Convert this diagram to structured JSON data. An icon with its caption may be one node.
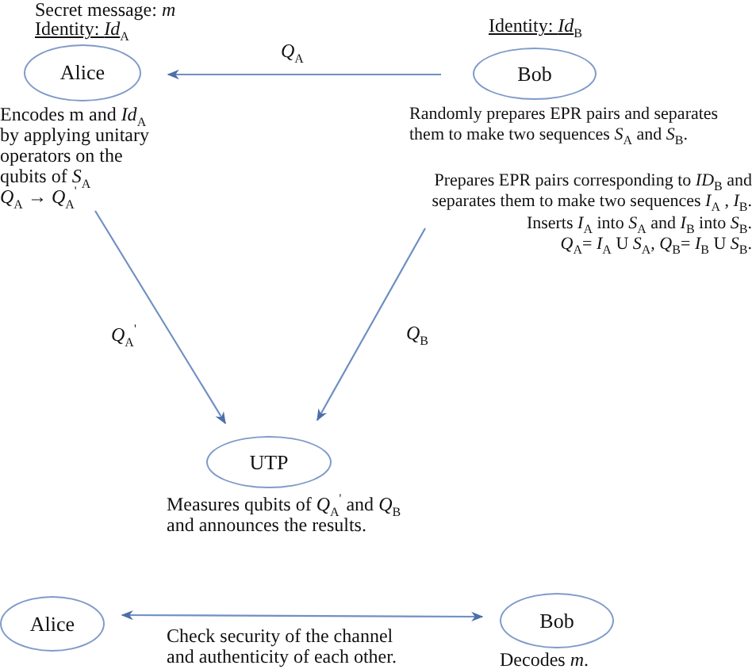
{
  "diagram": {
    "nodes": [
      {
        "text": [
          "Alice"
        ],
        "beside": [
          "Secret message: *m*",
          "Identity: *Id*$_{A}$",
          "Encodes m and *Id*$_{A}$ by applying unitary operators on the qubits of *S*$_{A}$",
          "*Q*$_{A}$ → *Q*$_{A}$$^{'}$"
        ]
      },
      {
        "text": [
          "Bob"
        ],
        "beside": [
          "Identity: *Id*$_{B}$",
          "Randomly prepares EPR pairs and separates them to make two sequences *S*$_{A}$ and *S*$_{B}$.",
          "Prepares EPR pairs corresponding to *ID*$_{B}$ and separates them to make two sequences *I*$_{A}$ , *I*$_{B}$.",
          "Inserts *I*$_{A}$ into *S*$_{A}$ and *I*$_{B}$ into *S*$_{B}$.",
          "*Q*$_{A}$= *I*$_{A}$ U *S*$_{A}$, *Q*$_{B}$= *I*$_{B}$ U *S*$_{B}$."
        ]
      },
      {
        "text": [
          "UTP"
        ],
        "beside": [
          "Measures qubits of *Q*$_{A}$$^{'}$ and *Q*$_{B}$ and announces the results."
        ]
      },
      {
        "text": [
          "Alice"
        ]
      },
      {
        "text": [
          "Bob"
        ],
        "beside": [
          "Decodes *m*."
        ]
      }
    ],
    "edges": [
      {
        "from": 1,
        "to": 0,
        "arrow": "to",
        "label": "*Q*$_{A}$"
      },
      {
        "from": 0,
        "to": 2,
        "arrow": "to",
        "label": "*Q*$_{A}$$^{'}$"
      },
      {
        "from": 1,
        "to": 2,
        "arrow": "to",
        "label": "*Q*$_{B}$"
      },
      {
        "from": 3,
        "to": 4,
        "arrow": "both",
        "label": "Check security of the channel and authenticity of each other."
      }
    ]
  }
}
